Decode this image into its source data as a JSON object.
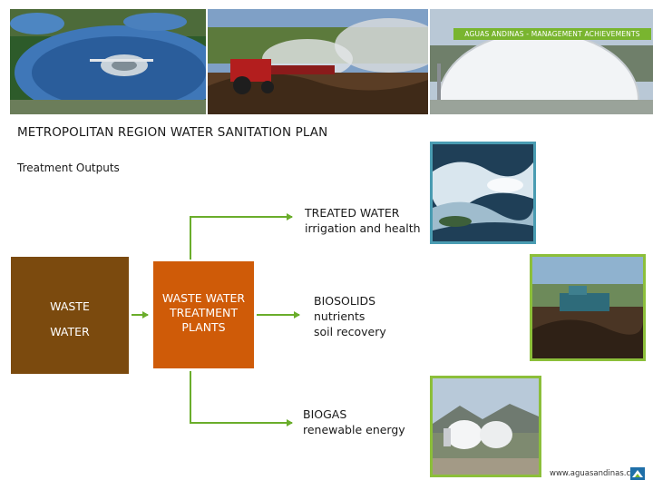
{
  "header": {
    "tag": "AGUAS ANDINAS - MANAGEMENT ACHIEVEMENTS"
  },
  "page": {
    "title": "METROPOLITAN REGION WATER SANITATION PLAN",
    "subtitle": "Treatment Outputs"
  },
  "flow": {
    "input": {
      "line1": "WASTE",
      "line2": "WATER"
    },
    "process": {
      "line1": "WASTE WATER",
      "line2": "TREATMENT",
      "line3": "PLANTS"
    },
    "outputs": [
      {
        "title": "TREATED WATER",
        "detail": "irrigation and health"
      },
      {
        "title": "BIOSOLIDS",
        "detail": "nutrients",
        "detail2": "soil recovery"
      },
      {
        "title": "BIOGAS",
        "detail": "renewable energy"
      }
    ]
  },
  "footer": {
    "url": "www.aguasandinas.cl"
  },
  "colors": {
    "accent_green": "#79b52f",
    "waste_box": "#7b4a0e",
    "plant_box": "#cf5b08",
    "arrow_green": "#6aad2b",
    "frame_blue": "#4a9cb2"
  }
}
